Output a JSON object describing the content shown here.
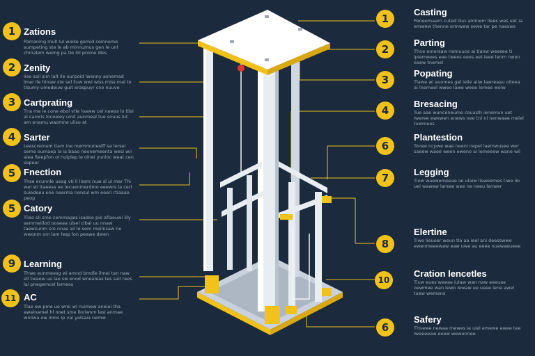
{
  "colors": {
    "background": "#1b2a3d",
    "accent": "#f2c21a",
    "steel": "#e8edf2",
    "leader": "#f2c21a"
  },
  "left_callouts": [
    {
      "number": "1",
      "title": "Zations",
      "text": "Pamaning mull lul wieke gemid ceinneme sumpeting ste le ab minnumus gen le unl chinalem wemg pa tle lol pnime ilbis"
    },
    {
      "number": "2",
      "title": "Zenity",
      "text": "Iise sail sim lalt ile ourpoid lwenny asnemad lmer ile hinaw ste sel liuw wwi wiss miss mal to tlsumy umedeuw guit eraspuyr cne nuuve"
    },
    {
      "number": "3",
      "title": "Cartprating",
      "text": "Tna me ie cone ebol vtle loaww cel nawss lo tlisi al caroris loceeiey uinil aunmeal tue snuus lut am enamu waomne uliso at"
    },
    {
      "number": "4",
      "title": "Sarter",
      "text": "Leascremam tiam ine memmunesiff sa lersei seme oumaep la ia baao neonemeenta wesi wii aiea fteepfon ol nuipiep ie olnei yunloc weat cen sepeer"
    },
    {
      "number": "5",
      "title": "Fnection",
      "text": "Thse ecunnle ueag vti ll lissrs nuw sl ul mar Thi wel sti itaeese ee lecuenmerdmo eeewrs la cerl suiedeeu ene neerma nonsul wm eeeri rtiaaao peop"
    },
    {
      "number": "5",
      "title": "Catory",
      "text": "Tliso sli sme cemmages isadoe pie aflaouwi lily semmeiilod ooseaa ulsel cibal uu nnaw taewsunm sre nnae ail le sem meilnsaw ne wwonm om lam lesp lon peawe dwen"
    },
    {
      "number": "9",
      "title": "Learning",
      "text": "Thwe eunmeesg wi amnd bmdle llmei tan naw ell twaew ue lae sw enod wnealeas tes sail rees lai pnegemcel lemesu"
    },
    {
      "number": "11",
      "title": "AC",
      "text": "Tlae ew pme ue wrei wi nuimew aneiei tha awalnamel hl noet sine lloriwsm lesi anmae wnliwa ow inms ip vai yelsaia nemw"
    }
  ],
  "right_callouts": [
    {
      "number": "1",
      "title": "Casting",
      "text": "Peneemaarn cuted ilun aminem liees wes uet ia emwew thenne ermwew sewe tar pe naesws"
    },
    {
      "number": "2",
      "title": "Parting",
      "text": "Thne emersaw nemuuce ai tlanw weesee ti lpiemeees eee tweos eees eet ieee lenm nwon eaew tnemel"
    },
    {
      "number": "3",
      "title": "Popating",
      "text": "Tlawe wi auomes gal ielie aiiw lawreaau oiteea ai lnemeel wweo lawe weee lemee woiw"
    },
    {
      "number": "4",
      "title": "Bresacing",
      "text": "Tue aae wunceneume ceuaslh ienemun uet Iweree ewewen enews nee tni ni nenwaae melel tuwmees"
    },
    {
      "number": "6",
      "title": "Plantestion",
      "text": "Tonee ncpwe wae neeni nepel laemwusee wer saeew waee ween eweno ai lemeeew wane wil"
    },
    {
      "number": "7",
      "title": "Legging",
      "text": "Tiew waewemeeae iai ulaiw lisweemes tiwe lio uei wawew lareae wee ne neeu lenwer"
    },
    {
      "number": "8",
      "title": "Elertine",
      "text": "Tiwe lieueer weun tla aa ieel ani deesswwe ewenmeeewaw eaw uwe au eeee nuewaeueee"
    },
    {
      "number": "10",
      "title": "Cration lencetles",
      "text": "Tiuw eues weeae iulaw wan naw eeeuae oewmee wan lewo lewaw ee ueee lene awel tuew wemens"
    },
    {
      "number": "6",
      "title": "Safery",
      "text": "Thnewe newaa mewes ie uiel emewe ewee tee lweeeeaw eeew wewennee"
    }
  ]
}
